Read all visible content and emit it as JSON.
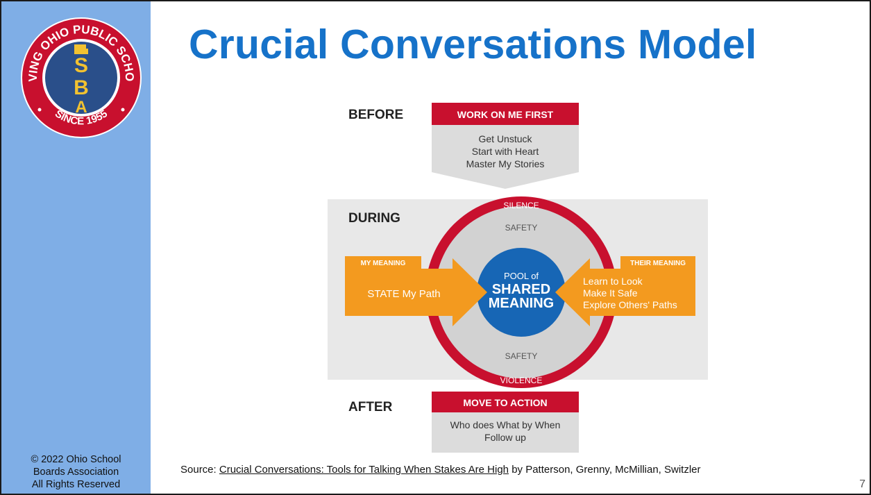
{
  "slide": {
    "title": "Crucial Conversations Model",
    "page_number": "7"
  },
  "logo": {
    "top_text": "SERVING OHIO PUBLIC SCHOOLS",
    "bottom_text": "SINCE 1955",
    "letters": [
      "O",
      "S",
      "B",
      "A"
    ]
  },
  "copyright": {
    "line1": "© 2022 Ohio School",
    "line2": "Boards Association",
    "line3": "All Rights Reserved"
  },
  "model": {
    "before": {
      "label": "BEFORE",
      "header": "WORK ON ME FIRST",
      "items": [
        "Get Unstuck",
        "Start with Heart",
        "Master My Stories"
      ]
    },
    "during": {
      "label": "DURING",
      "ring_top": "SILENCE",
      "ring_bottom": "VIOLENCE",
      "safety_top": "SAFETY",
      "safety_bottom": "SAFETY",
      "center_line1": "POOL of",
      "center_line2": "SHARED",
      "center_line3": "MEANING",
      "left_tab": "MY MEANING",
      "left_text": "STATE My Path",
      "right_tab": "THEIR MEANING",
      "right_items": [
        "Learn to Look",
        "Make It Safe",
        "Explore Others' Paths"
      ]
    },
    "after": {
      "label": "AFTER",
      "header": "MOVE TO ACTION",
      "items": [
        "Who does What by When",
        "Follow up"
      ]
    }
  },
  "source": {
    "prefix": "Source: ",
    "book_title": "Crucial Conversations: Tools for Talking When Stakes Are High",
    "suffix": " by Patterson, Grenny, McMillian, Switzler"
  },
  "colors": {
    "sidebar": "#7faee6",
    "title": "#1672c9",
    "crimson": "#c8102e",
    "orange": "#f39a1f",
    "blue": "#1766b5",
    "gray_light": "#e6e6e6",
    "gray_mid": "#d0d0d0"
  }
}
